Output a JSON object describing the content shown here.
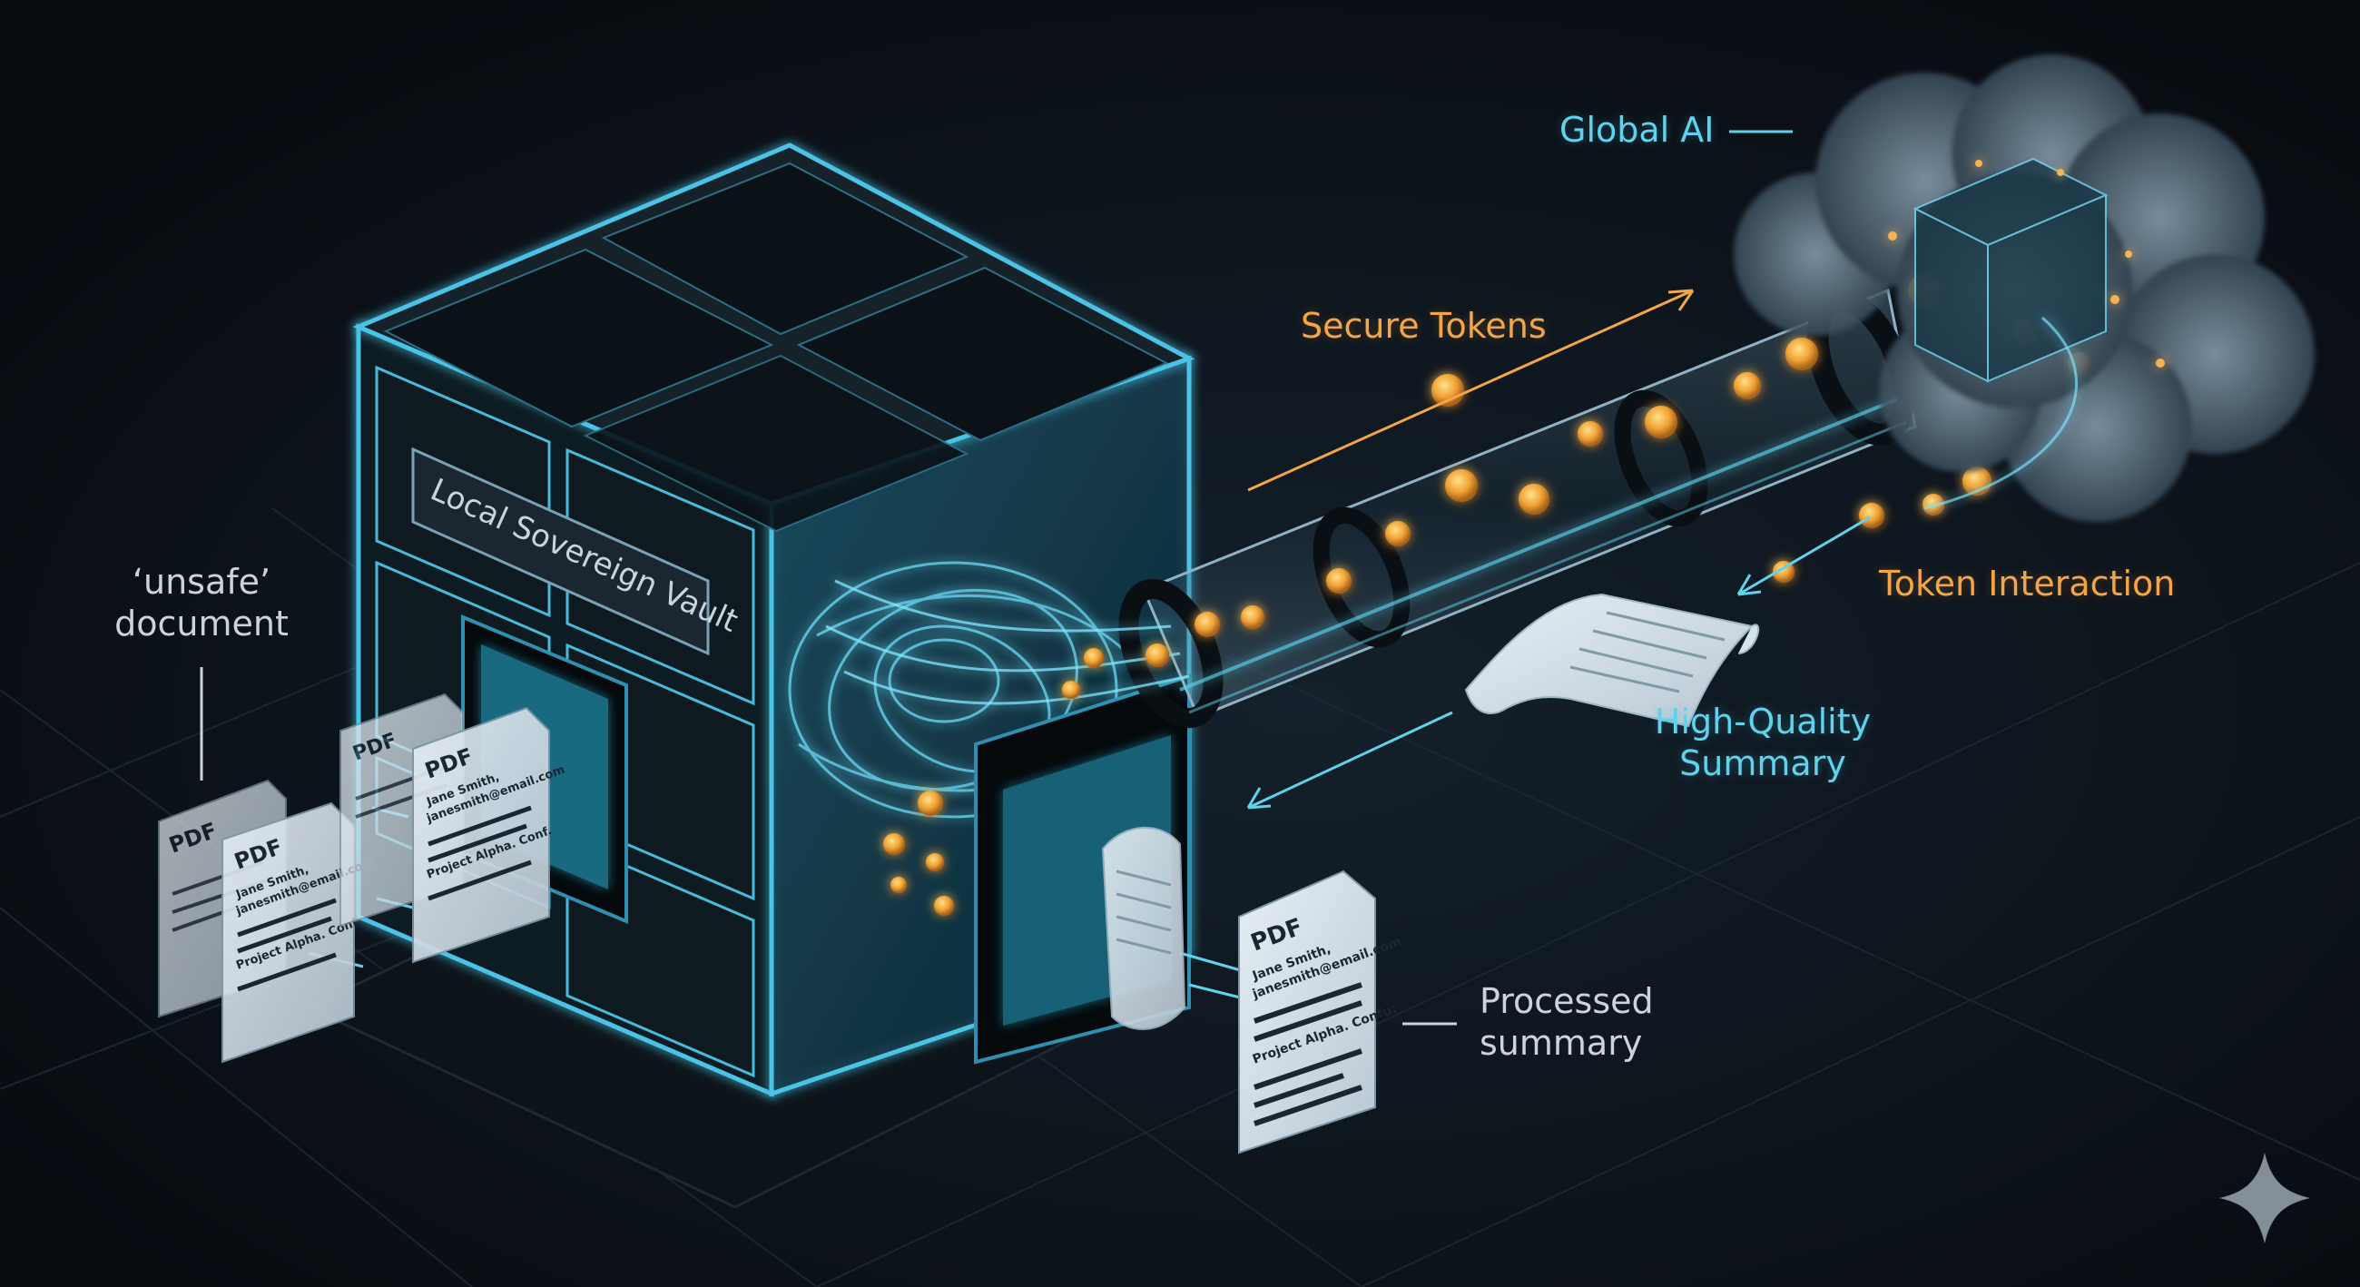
{
  "labels": {
    "unsafe_document": [
      "‘unsafe’",
      "document"
    ],
    "vault": "Local Sovereign Vault",
    "secure_tokens": "Secure Tokens",
    "global_ai": "Global AI",
    "token_interaction": "Token Interaction",
    "high_quality_summary": [
      "High-Quality",
      "Summary"
    ],
    "processed_summary": [
      "Processed",
      "summary"
    ]
  },
  "documents": {
    "pdf_label": "PDF",
    "name": "Jane Smith,",
    "email": "janesmith@email.com",
    "project": "Project Alpha. Conf.",
    "project_output": "Project Alpha. Confu:"
  },
  "colors": {
    "background": "#0b1016",
    "accent_cyan": "#5fd3ec",
    "token_orange": "#f4a545",
    "label_pale": "#c9d4dc"
  },
  "icons": [
    "sparkle-icon"
  ]
}
